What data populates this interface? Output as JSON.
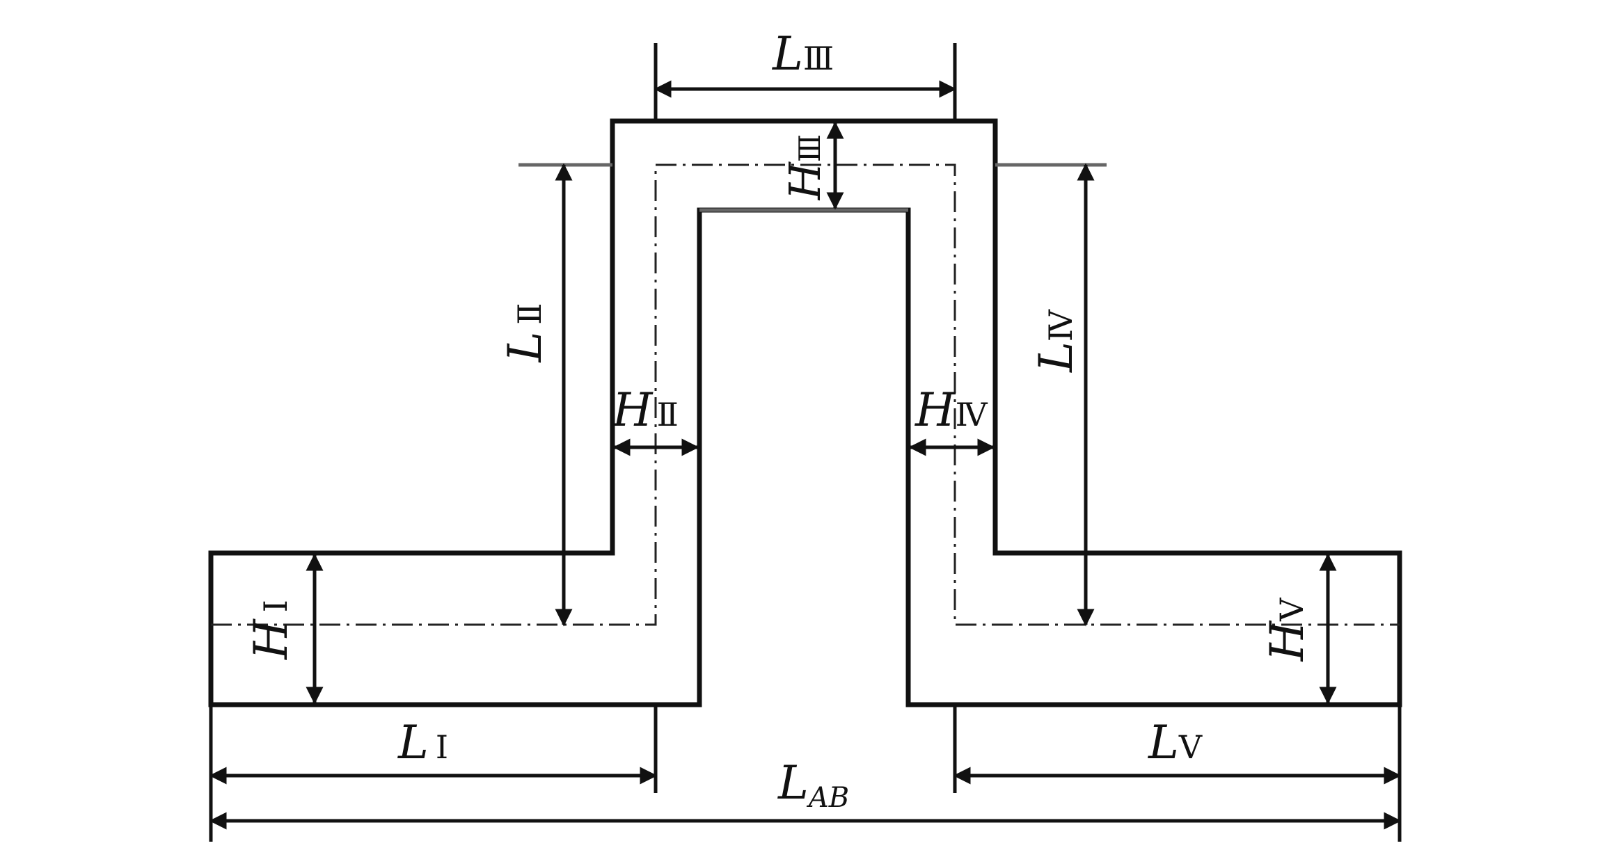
{
  "labels": {
    "l1": {
      "main": "L",
      "sub": "Ⅰ"
    },
    "l2": {
      "main": "L",
      "sub": "Ⅱ"
    },
    "l3": {
      "main": "L",
      "sub": "Ⅲ"
    },
    "l4": {
      "main": "L",
      "sub": "Ⅳ"
    },
    "l5": {
      "main": "L",
      "sub": "Ⅴ"
    },
    "lab": {
      "main": "L",
      "sub": "AB"
    },
    "h1": {
      "main": "H",
      "sub": "Ⅰ"
    },
    "h2": {
      "main": "H",
      "sub": "Ⅱ"
    },
    "h3": {
      "main": "H",
      "sub": "Ⅲ"
    },
    "h4": {
      "main": "H",
      "sub": "Ⅳ"
    },
    "h5": {
      "main": "H",
      "sub": "Ⅴ"
    }
  }
}
